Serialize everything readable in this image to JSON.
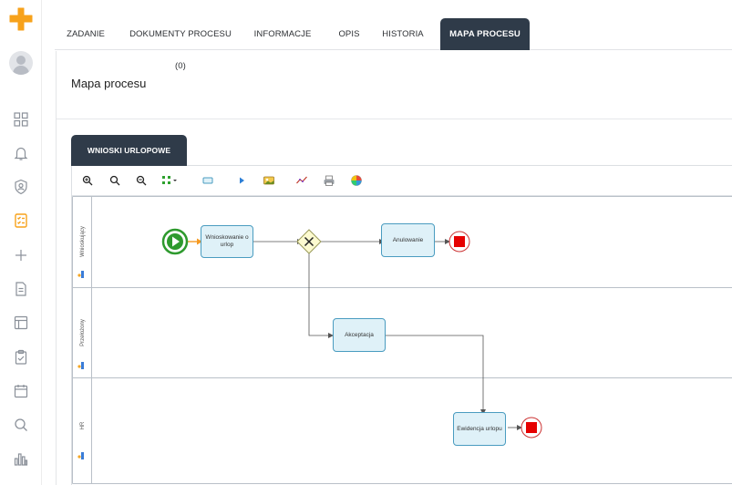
{
  "app": {
    "brand_color": "#f7a21b",
    "rail_icons": [
      "grid-icon",
      "bell-icon",
      "shield-user-icon",
      "task-list-icon",
      "plus-icon",
      "document-icon",
      "layout-icon",
      "clipboard-check-icon",
      "calendar-icon",
      "search-icon",
      "bar-chart-icon"
    ],
    "active_icon": "task-list-icon"
  },
  "tabs": [
    {
      "label": "ZADANIE"
    },
    {
      "label": "DOKUMENTY PROCESU (0)"
    },
    {
      "label": "INFORMACJE"
    },
    {
      "label": "OPIS"
    },
    {
      "label": "HISTORIA"
    },
    {
      "label": "MAPA PROCESU",
      "active": true
    }
  ],
  "page": {
    "title": "Mapa procesu"
  },
  "map": {
    "tab_label": "WNIOSKI URLOPOWE",
    "toolbar_icons": [
      "zoom-in-icon",
      "zoom-actual-icon",
      "zoom-out-icon",
      "fit-icon",
      "rectangle-icon",
      "play-icon",
      "image-icon",
      "chart-line-icon",
      "printer-icon",
      "palette-icon"
    ],
    "lanes": [
      {
        "label": "Wnioskujący"
      },
      {
        "label": "Przełożony"
      },
      {
        "label": "HR"
      }
    ],
    "tasks": [
      {
        "label": "Wnioskowanie o urlop"
      },
      {
        "label": "Anulowanie"
      },
      {
        "label": "Akceptacja"
      },
      {
        "label": "Ewidencja urlopu"
      }
    ],
    "colors": {
      "start_event": "#2e9a2e",
      "end_event": "#e60000",
      "task_fill": "#dff1f8",
      "task_border": "#4a9cc0",
      "gateway_fill": "#fdfbd0",
      "flow_highlight": "#f59a23"
    }
  }
}
